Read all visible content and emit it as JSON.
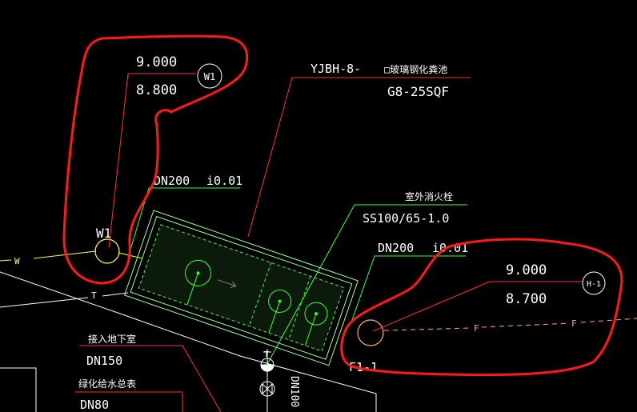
{
  "colors": {
    "background": "#000000",
    "markup_red": "#ff1a1a",
    "leader_white": "#ffffff",
    "label_green": "#39ff3a",
    "water_yellow": "#ffff66",
    "fire_orange": "#ffb060",
    "leader_red": "#ff3030"
  },
  "annotations": {
    "w1_top_level": "9.000",
    "w1_bottom_level": "8.800",
    "w1_tag": "W1",
    "w1_label": "W1",
    "tank_id": "YJBH-8-",
    "tank_desc": "□玻璃钢化粪池",
    "tank_model": "G8-25SQF",
    "pipe_dn200_a": "DN200",
    "pipe_slope_a": "i0.01",
    "hydrant_name": "室外消火栓",
    "hydrant_model": "SS100/65-1.0",
    "pipe_dn200_b": "DN200",
    "pipe_slope_b": "i0.01",
    "h1_top_level": "9.000",
    "h1_bottom_level": "8.700",
    "h1_tag": "H-1",
    "f1_label": "F1-1",
    "w_line_label": "W",
    "t_line_label": "T",
    "f_line_label_a": "F",
    "f_line_label_b": "F",
    "basement_label": "接入地下室",
    "dn150": "DN150",
    "meter_label": "绿化给水总表",
    "dn80": "DN80",
    "dn100_vertical": "DN100",
    "t_valve_label": "T"
  }
}
